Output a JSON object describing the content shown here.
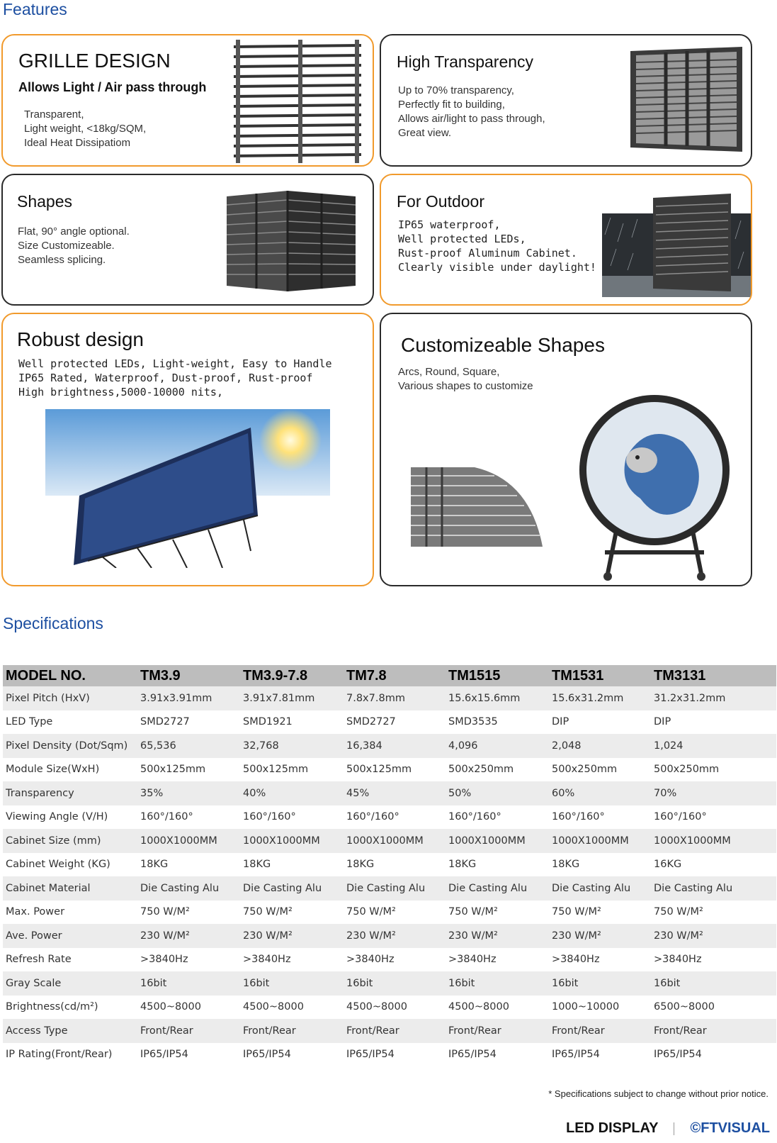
{
  "features": {
    "heading": "Features",
    "cards": [
      {
        "title": "GRILLE DESIGN",
        "subtitle": "Allows Light / Air pass through",
        "lines": [
          "Transparent,",
          "Light weight, <18kg/SQM,",
          "Ideal Heat Dissipatiom"
        ]
      },
      {
        "title": "High Transparency",
        "lines": [
          "Up to 70% transparency,",
          "Perfectly fit to building,",
          "Allows air/light to pass through,",
          "Great view."
        ]
      },
      {
        "title": "Shapes",
        "lines": [
          "Flat, 90° angle optional.",
          "Size Customizeable.",
          "Seamless splicing."
        ]
      },
      {
        "title": "For Outdoor",
        "lines": [
          "IP65 waterproof,",
          "Well protected LEDs,",
          "Rust-proof Aluminum Cabinet.",
          "Clearly visible under daylight!"
        ]
      },
      {
        "title": "Robust design",
        "lines": [
          "Well protected LEDs, Light-weight, Easy to Handle",
          "IP65 Rated, Waterproof, Dust-proof, Rust-proof",
          "High brightness,5000-10000 nits,"
        ]
      },
      {
        "title": "Customizeable Shapes",
        "lines": [
          "Arcs, Round, Square,",
          "Various shapes to customize"
        ]
      }
    ]
  },
  "specifications": {
    "heading": "Specifications",
    "columns": [
      "MODEL NO.",
      "TM3.9",
      "TM3.9-7.8",
      "TM7.8",
      "TM1515",
      "TM1531",
      "TM3131"
    ],
    "rows": [
      [
        "Pixel Pitch (HxV)",
        "3.91x3.91mm",
        "3.91x7.81mm",
        "7.8x7.8mm",
        "15.6x15.6mm",
        "15.6x31.2mm",
        "31.2x31.2mm"
      ],
      [
        "LED Type",
        "SMD2727",
        "SMD1921",
        "SMD2727",
        "SMD3535",
        "DIP",
        "DIP"
      ],
      [
        "Pixel Density (Dot/Sqm)",
        "65,536",
        "32,768",
        "16,384",
        "4,096",
        "2,048",
        "1,024"
      ],
      [
        "Module Size(WxH)",
        "500x125mm",
        "500x125mm",
        "500x125mm",
        "500x250mm",
        "500x250mm",
        "500x250mm"
      ],
      [
        "Transparency",
        "35%",
        "40%",
        "45%",
        "50%",
        "60%",
        "70%"
      ],
      [
        "Viewing Angle (V/H)",
        "160°/160°",
        "160°/160°",
        "160°/160°",
        "160°/160°",
        "160°/160°",
        "160°/160°"
      ],
      [
        "Cabinet Size (mm)",
        "1000X1000MM",
        "1000X1000MM",
        "1000X1000MM",
        "1000X1000MM",
        "1000X1000MM",
        "1000X1000MM"
      ],
      [
        "Cabinet Weight (KG)",
        "18KG",
        "18KG",
        "18KG",
        "18KG",
        "18KG",
        "16KG"
      ],
      [
        "Cabinet Material",
        "Die Casting Alu",
        "Die Casting Alu",
        "Die Casting Alu",
        "Die Casting Alu",
        "Die Casting Alu",
        "Die Casting Alu"
      ],
      [
        "Max. Power",
        "750 W/M²",
        "750 W/M²",
        "750 W/M²",
        "750 W/M²",
        "750 W/M²",
        "750 W/M²"
      ],
      [
        "Ave. Power",
        "230 W/M²",
        "230 W/M²",
        "230 W/M²",
        "230 W/M²",
        "230 W/M²",
        "230 W/M²"
      ],
      [
        "Refresh Rate",
        ">3840Hz",
        ">3840Hz",
        ">3840Hz",
        ">3840Hz",
        ">3840Hz",
        ">3840Hz"
      ],
      [
        "Gray Scale",
        "16bit",
        "16bit",
        "16bit",
        "16bit",
        "16bit",
        "16bit"
      ],
      [
        "Brightness(cd/m²)",
        "4500~8000",
        "4500~8000",
        "4500~8000",
        "4500~8000",
        "1000~10000",
        "6500~8000"
      ],
      [
        "Access Type",
        "Front/Rear",
        "Front/Rear",
        "Front/Rear",
        "Front/Rear",
        "Front/Rear",
        "Front/Rear"
      ],
      [
        "IP Rating(Front/Rear)",
        "IP65/IP54",
        "IP65/IP54",
        "IP65/IP54",
        "IP65/IP54",
        "IP65/IP54",
        "IP65/IP54"
      ]
    ],
    "footnote": "* Specifications subject to change without prior notice."
  },
  "footer": {
    "label": "LED DISPLAY",
    "brand": "©FTVISUAL"
  },
  "colors": {
    "heading_blue": "#1d4fa1",
    "card_orange": "#f19a2c",
    "card_dark": "#2a2a2a",
    "table_header": "#bdbdbd"
  }
}
